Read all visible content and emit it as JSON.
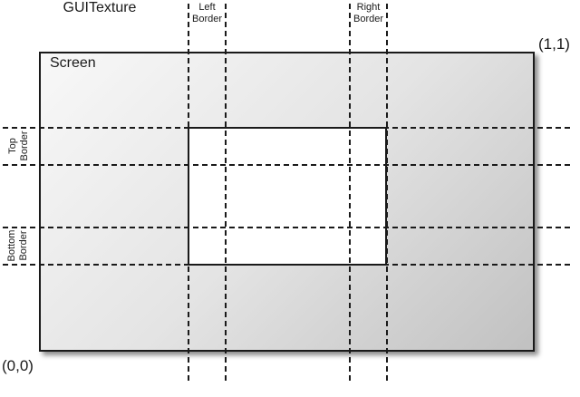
{
  "diagram": {
    "screen": {
      "label": "Screen"
    },
    "texture": {
      "label": "GUITexture"
    },
    "coords": {
      "origin": "(0,0)",
      "top_right": "(1,1)"
    },
    "borders": {
      "left": {
        "line1": "Left",
        "line2": "Border"
      },
      "right": {
        "line1": "Right",
        "line2": "Border"
      },
      "top": {
        "line1": "Top",
        "line2": "Border"
      },
      "bottom": {
        "line1": "Bottom",
        "line2": "Border"
      }
    },
    "colors": {
      "outline": "#1a1a1a",
      "screen_gradient_start": "#f8f8f8",
      "screen_gradient_end": "#c1c1c1",
      "texture_fill": "#ffffff",
      "background": "#ffffff"
    }
  }
}
